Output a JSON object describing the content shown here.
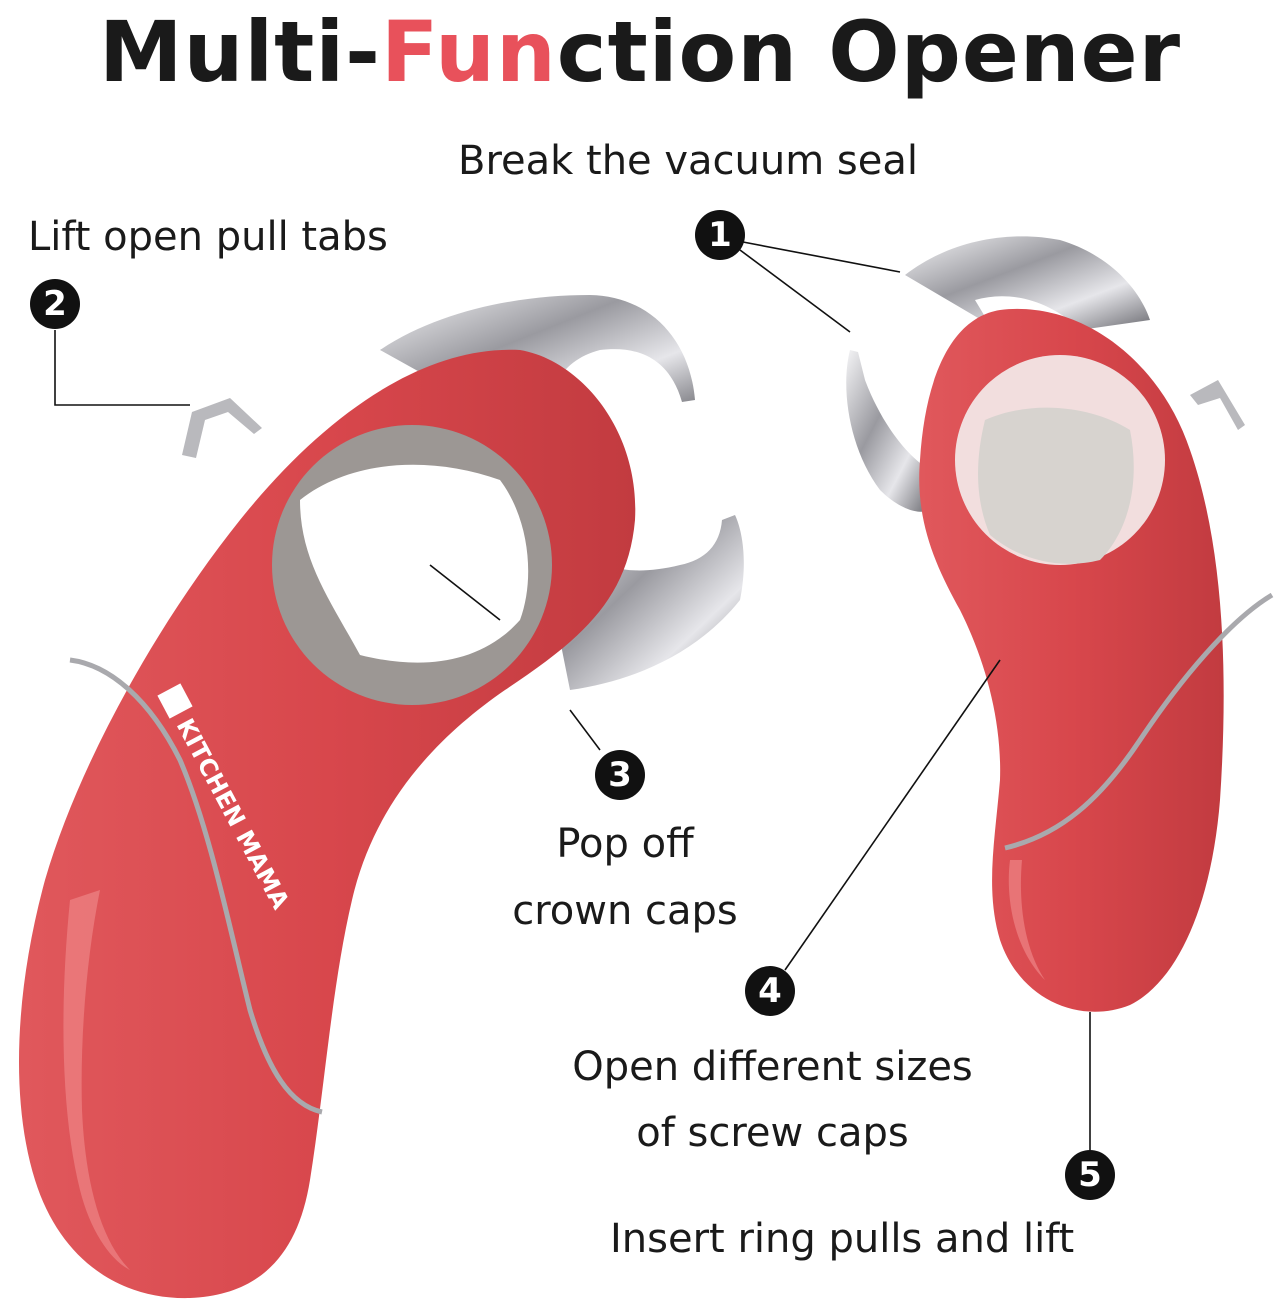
{
  "title": {
    "part1": "Multi-",
    "accent": "Fun",
    "part2": "ction Opener",
    "accent_color": "#e8515b"
  },
  "brand": {
    "logo_text": "KITCHEN MAMA"
  },
  "features": [
    {
      "number": "1",
      "label": "Break the vacuum seal"
    },
    {
      "number": "2",
      "label": "Lift open pull tabs"
    },
    {
      "number": "3",
      "label_line1": "Pop off",
      "label_line2": "crown caps"
    },
    {
      "number": "4",
      "label_line1": "Open different sizes",
      "label_line2": "of screw caps"
    },
    {
      "number": "5",
      "label": "Insert ring pulls and lift"
    }
  ],
  "colors": {
    "body": "#d8474c",
    "body_highlight": "#ec7a7c",
    "metal": "#b9b9bd",
    "badge": "#111111"
  }
}
